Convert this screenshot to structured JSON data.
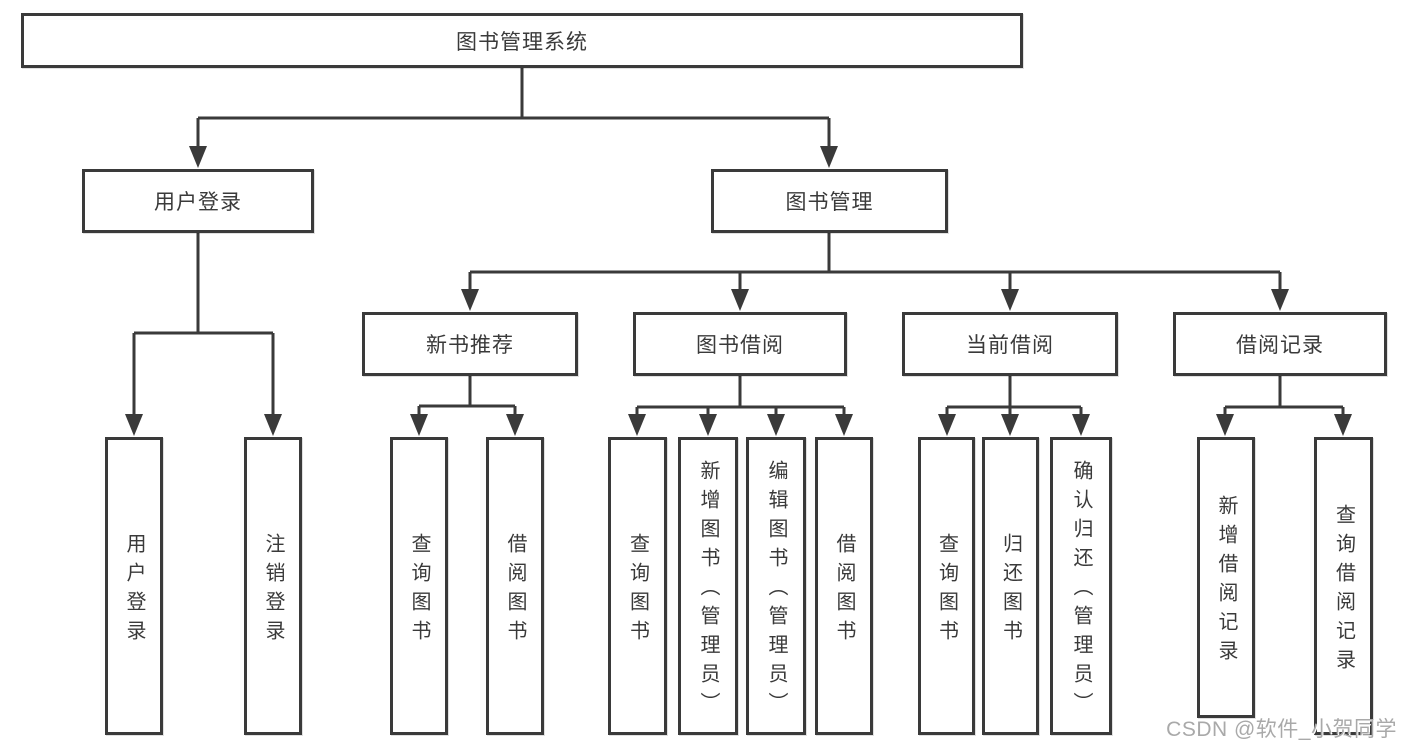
{
  "diagram_title": "图书管理系统",
  "nodes": {
    "root": {
      "label": "图书管理系统"
    },
    "user_login": {
      "label": "用户登录"
    },
    "book_mgmt": {
      "label": "图书管理"
    },
    "new_book_rec": {
      "label": "新书推荐"
    },
    "book_borrow": {
      "label": "图书借阅"
    },
    "current_borrow": {
      "label": "当前借阅"
    },
    "borrow_records": {
      "label": "借阅记录"
    },
    "leaf_user_login": {
      "label": "用户登录"
    },
    "leaf_logout": {
      "label": "注销登录"
    },
    "leaf_query_book_1": {
      "label": "查询图书"
    },
    "leaf_borrow_book_1": {
      "label": "借阅图书"
    },
    "leaf_query_book_2": {
      "label": "查询图书"
    },
    "leaf_add_book": {
      "label": "新增图书（管理员）"
    },
    "leaf_edit_book": {
      "label": "编辑图书（管理员）"
    },
    "leaf_borrow_book_2": {
      "label": "借阅图书"
    },
    "leaf_query_book_3": {
      "label": "查询图书"
    },
    "leaf_return_book": {
      "label": "归还图书"
    },
    "leaf_confirm_return": {
      "label": "确认归还（管理员）"
    },
    "leaf_add_record": {
      "label": "新增借阅记录"
    },
    "leaf_query_record": {
      "label": "查询借阅记录"
    }
  },
  "watermark": {
    "text": "CSDN @软件_小贺同学"
  },
  "colors": {
    "stroke": "#3a3a3a",
    "text": "#3a3a3a",
    "watermark": "#a9a9a9",
    "background": "#ffffff"
  }
}
